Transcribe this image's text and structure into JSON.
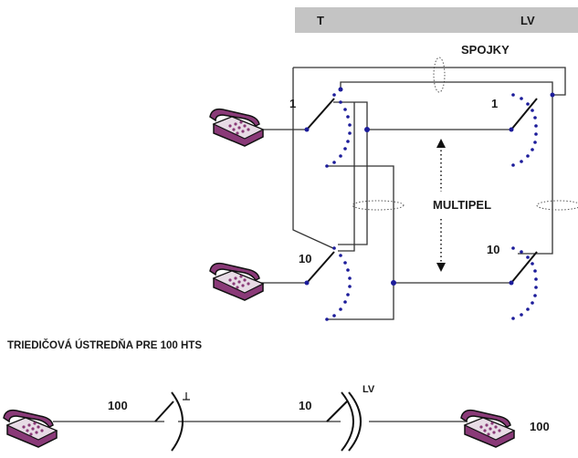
{
  "header": {
    "left": "T",
    "right": "LV"
  },
  "labels": {
    "spojky": "SPOJKY",
    "multipel": "MULTIPEL",
    "t_top_index": "1",
    "lv_top_index": "1",
    "t_bottom_index": "10",
    "lv_bottom_index": "10"
  },
  "caption": "TRIEDIČOVÁ ÚSTREDŇA PRE 100 HTS",
  "bottom": {
    "left_count": "100",
    "mid_count": "10",
    "mid_tag": "LV",
    "right_count": "100"
  },
  "colors": {
    "header_band": "#c4c4c4",
    "wire": "#333333",
    "contact": "#1c1c9a",
    "phone_body": "#8a3a78",
    "phone_light": "#e7dbe5",
    "text": "#1a1a1a"
  }
}
